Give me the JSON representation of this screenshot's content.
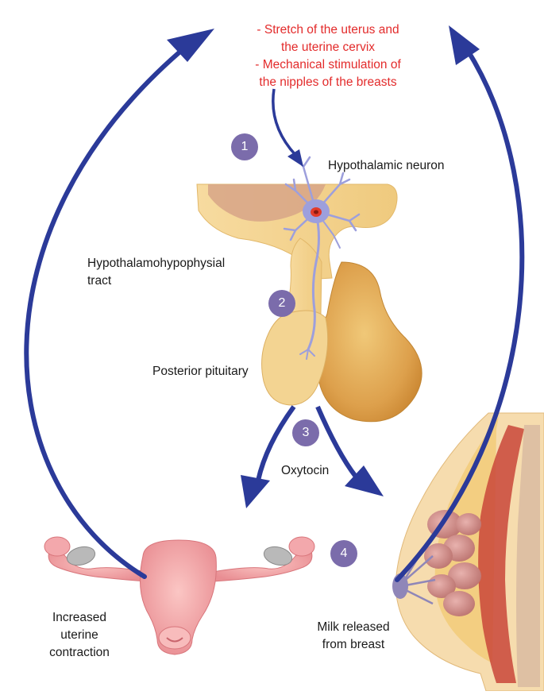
{
  "stimuli": {
    "line1": "- Stretch of the uterus and",
    "line2": "the uterine cervix",
    "line3": "- Mechanical stimulation of",
    "line4": "the nipples of the breasts"
  },
  "labels": {
    "hypothalamic_neuron": "Hypothalamic neuron",
    "tract_line1": "Hypothalamohypophysial",
    "tract_line2": "tract",
    "posterior_pituitary": "Posterior pituitary",
    "oxytocin": "Oxytocin",
    "uterus_line1": "Increased",
    "uterus_line2": "uterine",
    "uterus_line3": "contraction",
    "breast_line1": "Milk released",
    "breast_line2": "from breast"
  },
  "steps": [
    "1",
    "2",
    "3",
    "4"
  ],
  "colors": {
    "arrow": "#2b3a99",
    "stimulus_text": "#e32b2b",
    "step_badge": "#7b6cab",
    "neuron": "#9d9fdc",
    "gland": "#e3b25c",
    "tissue": "#f0d08e",
    "uterus": "#f0a0a4"
  }
}
